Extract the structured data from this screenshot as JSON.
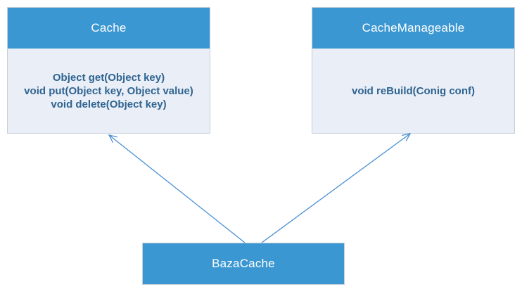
{
  "diagram": {
    "classes": [
      {
        "name": "Cache",
        "methods": [
          "Object get(Object key)",
          "void put(Object key, Object value)",
          "void delete(Object key)"
        ]
      },
      {
        "name": "CacheManageable",
        "methods": [
          "void reBuild(Conig conf)"
        ]
      },
      {
        "name": "BazaCache",
        "methods": []
      }
    ],
    "relations": [
      {
        "from": "BazaCache",
        "to": "Cache",
        "style": "solid-open-arrow"
      },
      {
        "from": "BazaCache",
        "to": "CacheManageable",
        "style": "solid-open-arrow"
      }
    ],
    "colors": {
      "header_fill": "#3b97d2",
      "body_fill": "#e9eef7",
      "box_border": "#c6cfd9",
      "arrow": "#4a8fd3",
      "header_text": "#ffffff",
      "method_text": "#2f648f",
      "background": "#ffffff"
    }
  }
}
